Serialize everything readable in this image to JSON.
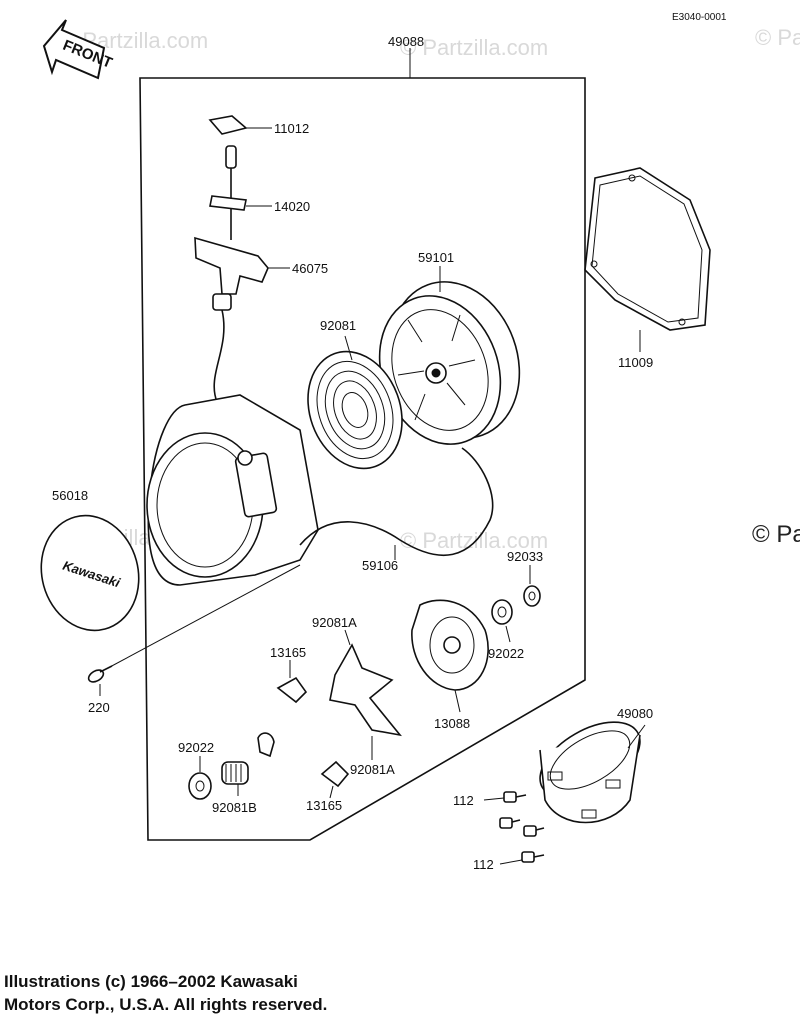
{
  "diagram": {
    "drawing_code": "E3040-0001",
    "front_marker": "FRONT",
    "brand_badge": "Kawasaki",
    "watermark": "© Partzilla.com",
    "watermark_edge": "© Pa",
    "parts": {
      "p49088": "49088",
      "p11012": "11012",
      "p14020": "14020",
      "p46075": "46075",
      "p59101": "59101",
      "p92081": "92081",
      "p11009": "11009",
      "p56018": "56018",
      "p59106": "59106",
      "p92033": "92033",
      "p92081A_top": "92081A",
      "p13165_top": "13165",
      "p92022_right": "92022",
      "p220": "220",
      "p13088": "13088",
      "p49080": "49080",
      "p92022_left": "92022",
      "p92081B": "92081B",
      "p92081A_bottom": "92081A",
      "p13165_bottom": "13165",
      "p112_top": "112",
      "p112_bottom": "112"
    }
  },
  "footer": {
    "line1": "Illustrations (c) 1966–2002 Kawasaki",
    "line2": "Motors Corp., U.S.A.  All rights reserved."
  }
}
